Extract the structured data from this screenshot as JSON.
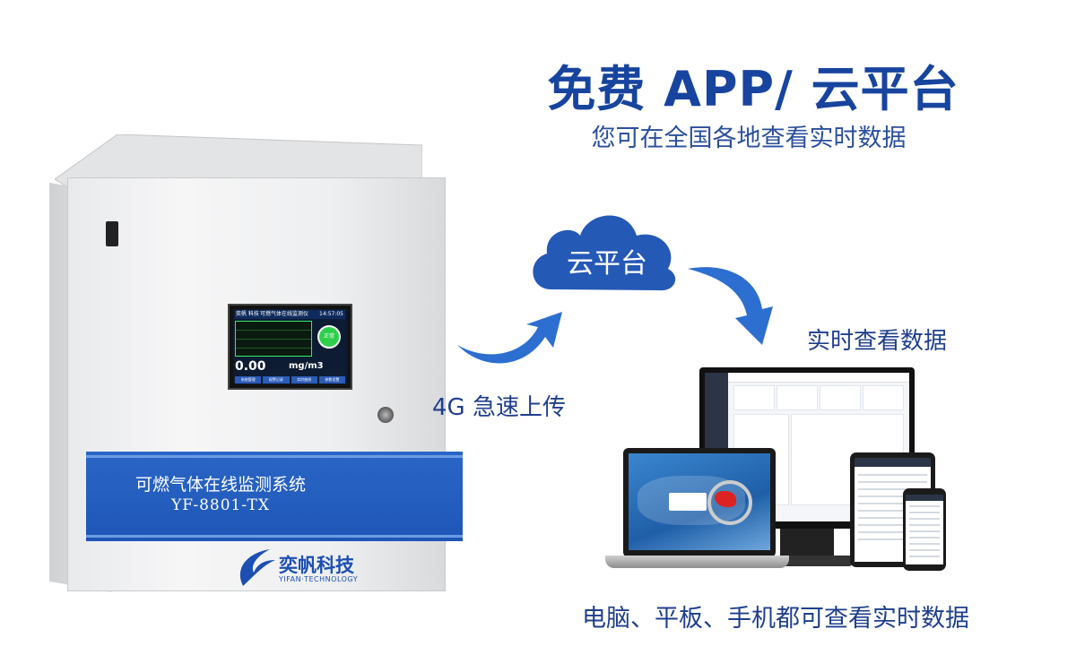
{
  "headline": "免费 APP/ 云平台",
  "subheadline": "您可在全国各地查看实时数据",
  "cabinet": {
    "screen": {
      "brand": "奕帆\n科技",
      "title": "可燃气体在线监测仪",
      "time": "14:57:05",
      "status": "正常",
      "value": "0.00",
      "unit": "mg/m3",
      "menu": [
        "系统管理",
        "报警记录",
        "实时曲线",
        "参数设置"
      ]
    },
    "product_name": "可燃气体在线监测系统",
    "model": "YF-8801-TX",
    "logo_text": "奕帆科技",
    "logo_sub": "YIFAN·TECHNOLOGY"
  },
  "cloud_label": "云平台",
  "upload_label": "4G 急速上传",
  "view_label": "实时查看数据",
  "devices_caption": "电脑、平板、手机都可查看实时数据",
  "colors": {
    "brand_blue": "#17449e",
    "band_blue": "#2a66c6",
    "arrow_blue": "#2d6fd0"
  }
}
